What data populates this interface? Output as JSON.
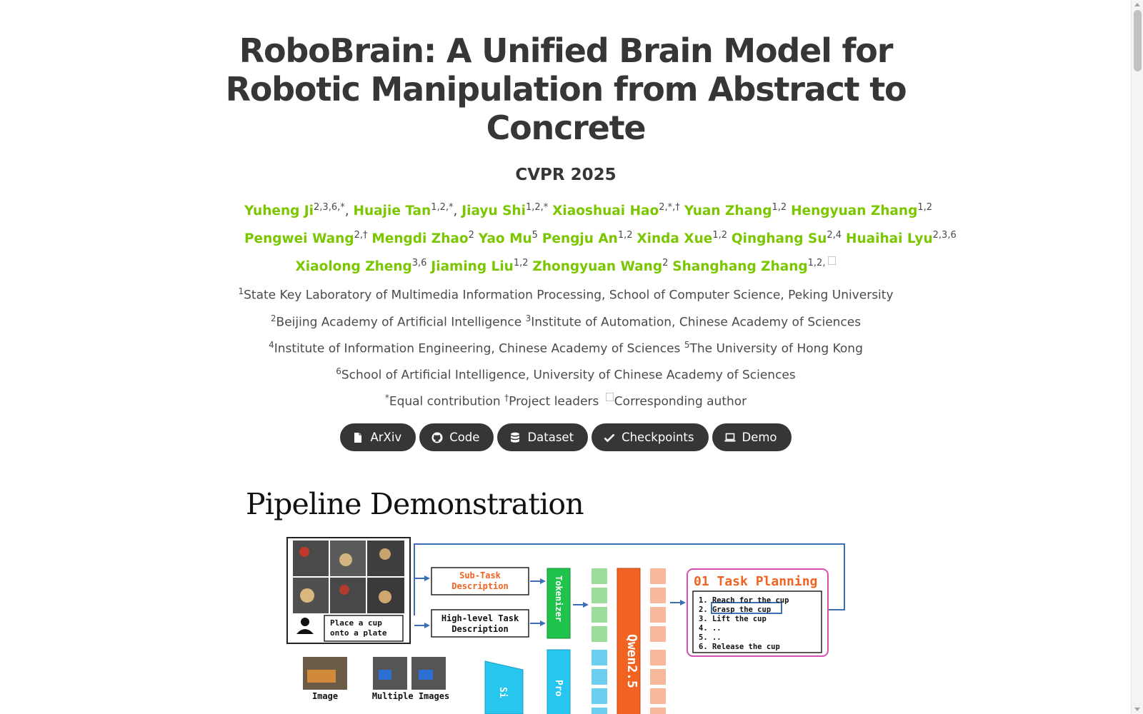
{
  "paper": {
    "title": "RoboBrain: A Unified Brain Model for Robotic Manipulation from Abstract to Concrete",
    "venue": "CVPR 2025"
  },
  "authors": [
    [
      {
        "name": "Yuheng Ji",
        "sup": "2,3,6,*",
        "after": ", "
      },
      {
        "name": "Huajie Tan",
        "sup": "1,2,*",
        "after": ", "
      },
      {
        "name": "Jiayu Shi",
        "sup": "1,2,*",
        "after": " "
      },
      {
        "name": "Xiaoshuai Hao",
        "sup": "2,*,†",
        "after": " "
      },
      {
        "name": "Yuan Zhang",
        "sup": "1,2",
        "after": " "
      },
      {
        "name": "Hengyuan Zhang",
        "sup": "1,2",
        "after": ""
      }
    ],
    [
      {
        "name": "Pengwei Wang",
        "sup": "2,†",
        "after": " "
      },
      {
        "name": "Mengdi Zhao",
        "sup": "2",
        "after": " "
      },
      {
        "name": "Yao Mu",
        "sup": "5",
        "after": " "
      },
      {
        "name": "Pengju An",
        "sup": "1,2",
        "after": " "
      },
      {
        "name": "Xinda Xue",
        "sup": "1,2",
        "after": " "
      },
      {
        "name": "Qinghang Su",
        "sup": "2,4",
        "after": " "
      },
      {
        "name": "Huaihai Lyu",
        "sup": "2,3,6",
        "after": ""
      }
    ],
    [
      {
        "name": "Xiaolong Zheng",
        "sup": "3,6",
        "after": " "
      },
      {
        "name": "Jiaming Liu",
        "sup": "1,2",
        "after": " "
      },
      {
        "name": "Zhongyuan Wang",
        "sup": "2",
        "after": " "
      },
      {
        "name": "Shanghang Zhang",
        "sup": "1,2,",
        "after": "",
        "corresponding": true
      }
    ]
  ],
  "affiliations": [
    [
      {
        "sup": "1",
        "text": "State Key Laboratory of Multimedia Information Processing, School of Computer Science, Peking University"
      }
    ],
    [
      {
        "sup": "2",
        "text": "Beijing Academy of Artificial Intelligence "
      },
      {
        "sup": "3",
        "text": "Institute of Automation, Chinese Academy of Sciences"
      }
    ],
    [
      {
        "sup": "4",
        "text": "Institute of Information Engineering, Chinese Academy of Sciences "
      },
      {
        "sup": "5",
        "text": "The University of Hong Kong"
      }
    ],
    [
      {
        "sup": "6",
        "text": "School of Artificial Intelligence, University of Chinese Academy of Sciences"
      }
    ],
    [
      {
        "sup": "*",
        "text": "Equal contribution "
      },
      {
        "sup": "†",
        "text": "Project leaders "
      },
      {
        "sup": "",
        "text": "Corresponding author",
        "box": true
      }
    ]
  ],
  "links": [
    {
      "label": "ArXiv",
      "icon": "file-icon"
    },
    {
      "label": "Code",
      "icon": "github-icon"
    },
    {
      "label": "Dataset",
      "icon": "database-icon"
    },
    {
      "label": "Checkpoints",
      "icon": "check-icon"
    },
    {
      "label": "Demo",
      "icon": "laptop-icon"
    }
  ],
  "figure": {
    "title": "Pipeline Demonstration",
    "instruction": "Place a cup onto a plate",
    "subtask_box": "Sub-Task Description",
    "highlevel_box": "High-level Task Description",
    "tokenizer": "Tokenizer",
    "llm": "Qwen2.5",
    "projector": "Pro",
    "siglip": "Si",
    "task_planning_title": "01 Task Planning",
    "plan_steps": [
      "1. Reach for the cup",
      "2. Grasp the cup",
      "3. Lift the cup",
      "4. ..",
      "5. ..",
      "6. Release the cup"
    ],
    "image_label": "Image",
    "multi_image_label": "Multiple Images",
    "colors": {
      "orange": "#f26322",
      "green": "#1fc24a",
      "cyan": "#26c6ef",
      "pink": "#d94fb3",
      "blue": "#3b6fb6",
      "token_green": "#9ddc9a",
      "token_blue": "#6ccff0",
      "token_peach": "#f7b89b"
    }
  }
}
